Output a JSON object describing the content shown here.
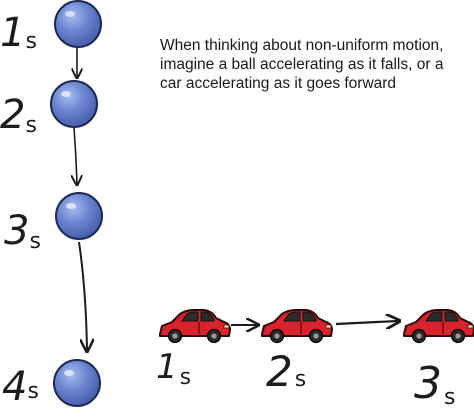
{
  "caption": "When thinking about non-uniform motion, imagine a ball accelerating as it falls, or a car accelerating as it goes forward",
  "ball_sequence": [
    {
      "number": "1",
      "unit": "s"
    },
    {
      "number": "2",
      "unit": "s"
    },
    {
      "number": "3",
      "unit": "s"
    },
    {
      "number": "4",
      "unit": "s"
    }
  ],
  "car_sequence": [
    {
      "number": "1",
      "unit": "s"
    },
    {
      "number": "2",
      "unit": "s"
    },
    {
      "number": "3",
      "unit": "s"
    }
  ],
  "colors": {
    "ball_fill": "#6b86d1",
    "ball_outline": "#1f2a52",
    "car_body": "#d9222b",
    "car_outline": "#2a0a0a",
    "ink": "#1c1c1c"
  }
}
